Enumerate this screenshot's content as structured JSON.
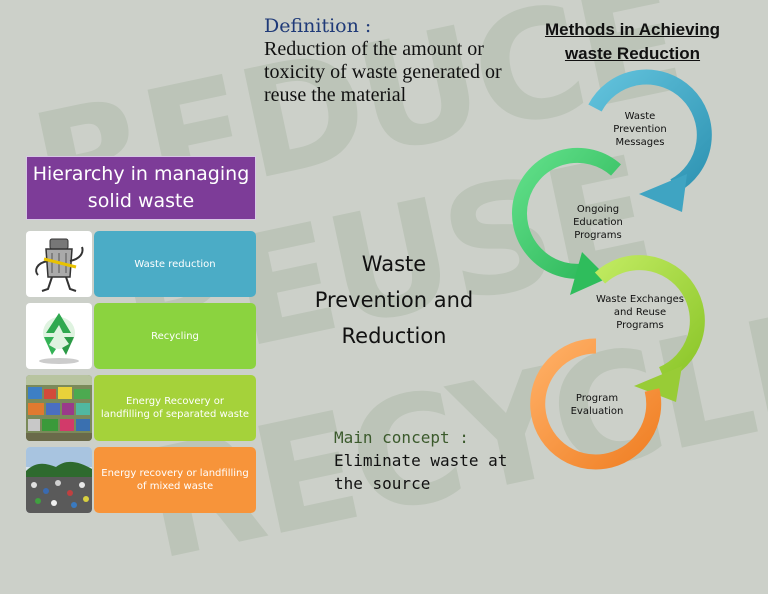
{
  "definition": {
    "title": "Definition :",
    "text": "Reduction of the amount or toxicity of waste generated or reuse the material"
  },
  "methods": {
    "title_line1": "Methods in Achieving",
    "title_line2": "waste Reduction",
    "steps": [
      {
        "label": "Waste Prevention Messages",
        "color": "#4bacc6"
      },
      {
        "label": "Ongoing Education Programs",
        "color": "#3fcf68"
      },
      {
        "label": "Waste Exchanges and Reuse Programs",
        "color": "#a2d83a"
      },
      {
        "label": "Program Evaluation",
        "color": "#f79646"
      }
    ]
  },
  "hierarchy": {
    "title": "Hierarchy in managing solid waste",
    "items": [
      {
        "label": "Waste reduction",
        "color": "#4bacc6",
        "icon": "waste-reduction-mascot-icon"
      },
      {
        "label": "Recycling",
        "color": "#8bd33f",
        "icon": "recycle-icon"
      },
      {
        "label": "Energy Recovery or landfilling of separated waste",
        "color": "#a5d23a",
        "icon": "sorted-waste-photo"
      },
      {
        "label": "Energy recovery or landfilling of mixed waste",
        "color": "#f7943a",
        "icon": "landfill-photo"
      }
    ]
  },
  "center": {
    "line1": "Waste",
    "line2": "Prevention and",
    "line3": "Reduction"
  },
  "main_concept": {
    "title": "Main concept :",
    "text": "Eliminate waste at the source"
  },
  "colors": {
    "background": "#ccd0c9",
    "hierarchy_header": "#7d3c98"
  }
}
